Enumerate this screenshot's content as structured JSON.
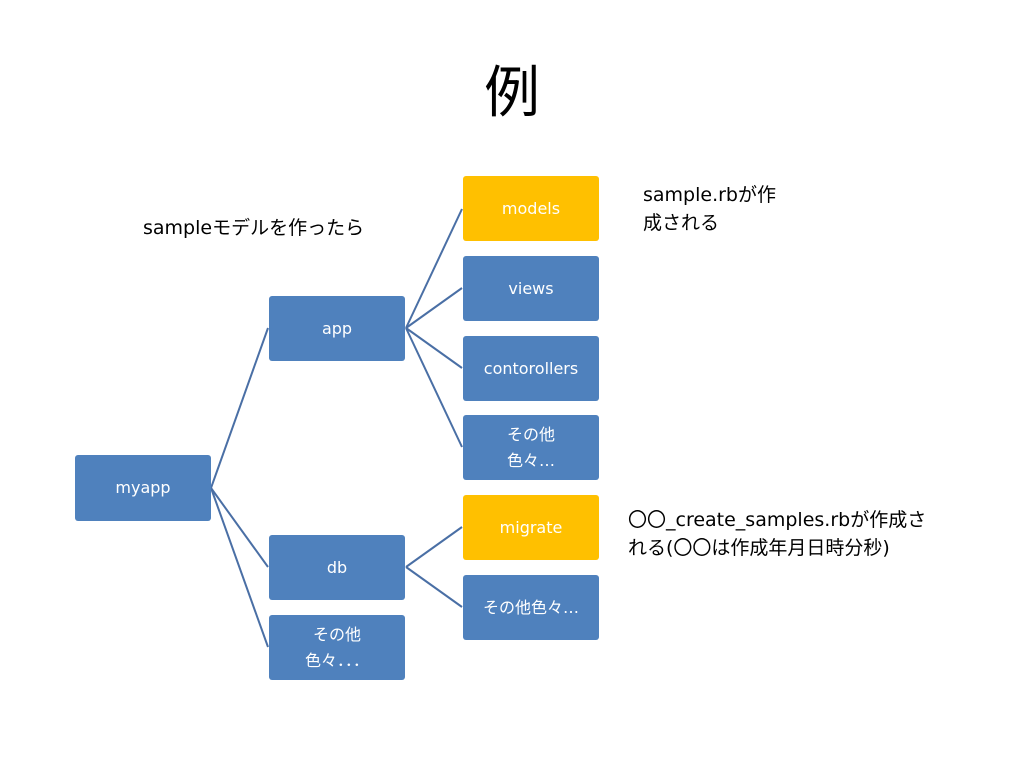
{
  "slide": {
    "title": "例"
  },
  "nodes": {
    "myapp": "myapp",
    "app": "app",
    "db": "db",
    "root_other_line1": "その他",
    "root_other_line2": "色々．．．",
    "models": "models",
    "views": "views",
    "controllers": "contorollers",
    "app_other_line1": "その他",
    "app_other_line2": "色々…",
    "migrate": "migrate",
    "db_other": "その他色々…"
  },
  "notes": {
    "model_created": "sampleモデルを作ったら",
    "rb_line1": "sample.rbが作",
    "rb_line2": "成される",
    "migration_line1": "〇〇_create_samples.rbが作成さ",
    "migration_line2": "れる(〇〇は作成年月日時分秒)"
  },
  "colors": {
    "node_blue": "#4f81bd",
    "node_highlight": "#ffc000",
    "connector": "#4a6fa5"
  }
}
